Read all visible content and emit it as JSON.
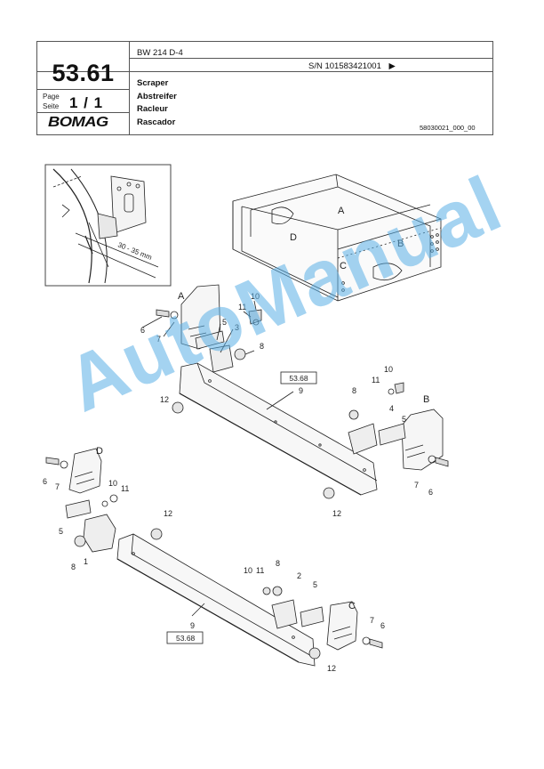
{
  "header": {
    "page_number": "53.61",
    "page_label_en": "Page",
    "page_label_de": "Seite",
    "page_value": "1 / 1",
    "brand": "BOMAG",
    "model": "BW 214 D-4",
    "serial": "S/N 101583421001",
    "titles": [
      "Scraper",
      "Abstreifer",
      "Racleur",
      "Rascador"
    ],
    "doc_id": "58030021_000_00"
  },
  "detail": {
    "dimension": "30 - 35 mm"
  },
  "frame_labels": [
    "A",
    "B",
    "C",
    "D"
  ],
  "callouts": [
    "1",
    "2",
    "3",
    "4",
    "5",
    "6",
    "7",
    "8",
    "9",
    "10",
    "11",
    "12"
  ],
  "references": [
    "53.68"
  ],
  "watermark": "AutoManual"
}
